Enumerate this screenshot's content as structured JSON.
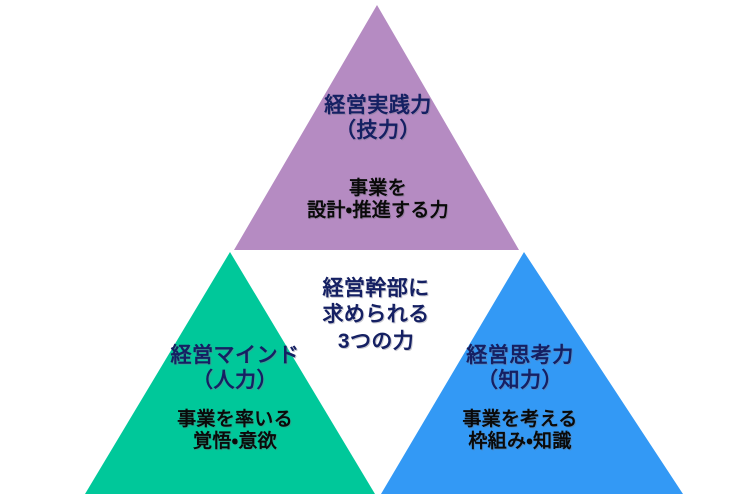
{
  "diagram": {
    "kind": "triangle-pyramid-diagram",
    "background_color": "#ffffff",
    "center": {
      "text": "経営幹部に\n求められる\n3つの力",
      "text_color": "#152063"
    },
    "nodes": [
      {
        "id": "top",
        "position": "top",
        "fill_color": "#b58bc2",
        "heading": "経営実践力\n（技力）",
        "heading_color": "#152063",
        "body": "事業を\n設計・推進する力",
        "body_color": "#0a0a0a"
      },
      {
        "id": "left",
        "position": "bottom-left",
        "fill_color": "#00c89a",
        "heading": "経営マインド\n（人力）",
        "heading_color": "#152063",
        "body": "事業を率いる\n覚悟・意欲",
        "body_color": "#0a0a0a"
      },
      {
        "id": "right",
        "position": "bottom-right",
        "fill_color": "#3399f5",
        "heading": "経営思考力\n（知力）",
        "heading_color": "#152063",
        "body": "事業を考える\n枠組み・知識",
        "body_color": "#0a0a0a"
      }
    ]
  }
}
